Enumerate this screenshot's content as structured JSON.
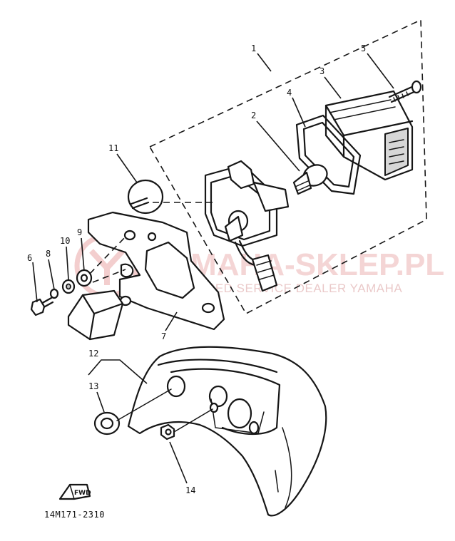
{
  "figure_code": "14M171-2310",
  "watermark": {
    "main": "YAMAHA-SKLEP.PL",
    "sub": "AUTHORISED SERVICE DEALER YAMAHA"
  },
  "direction_marker": "FWD",
  "callouts": [
    "1",
    "2",
    "3",
    "4",
    "5",
    "6",
    "7",
    "8",
    "9",
    "10",
    "11",
    "12",
    "13",
    "14"
  ]
}
